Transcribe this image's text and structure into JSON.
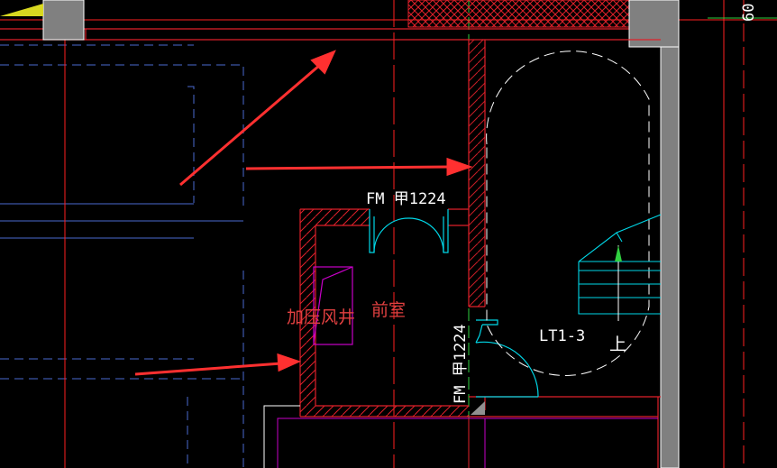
{
  "title": "",
  "colors": {
    "wall": "#e0202a",
    "column": "#808080",
    "door": "#00d8e8",
    "shaft": "#c800c8",
    "axis": "#ff2020",
    "guide": "#4a6ad0",
    "dim": "#30d040",
    "arrow": "#ff3030",
    "label_white": "#ffffff",
    "label_red": "#e04040",
    "marker": "#d8d820",
    "stair": "#00d8e8"
  },
  "labels": {
    "door_top": "FM 甲1224",
    "door_side": "FM 甲1224",
    "shaft_room": "加压风井",
    "lobby": "前室",
    "stair_tag": "LT1-3",
    "stair_up": "上",
    "dimension": "60"
  },
  "arrows": [
    {
      "name": "arrow-to-top-wall"
    },
    {
      "name": "arrow-to-mid-wall"
    },
    {
      "name": "arrow-to-shaft-wall"
    }
  ]
}
